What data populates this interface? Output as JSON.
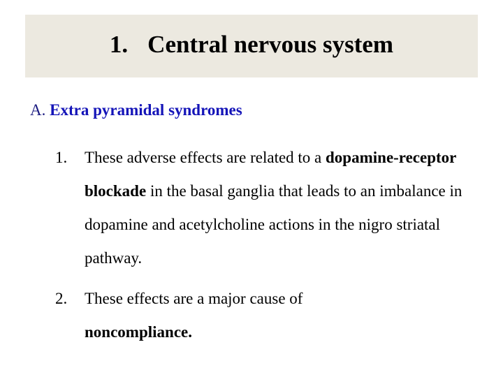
{
  "slide": {
    "title": {
      "number": "1.",
      "text": "Central nervous system",
      "band_color": "#ece9e0"
    },
    "section": {
      "letter": "A.",
      "title": "Extra pyramidal syndromes",
      "color": "#1414b8"
    },
    "items": [
      {
        "number": "1.",
        "segments": [
          {
            "text": "These adverse effects are related to a ",
            "bold": false
          },
          {
            "text": "dopamine-receptor blockade",
            "bold": true
          },
          {
            "text": " in the basal ganglia that leads to an imbalance in dopamine and acetylcholine actions in the nigro striatal pathway.",
            "bold": false
          }
        ]
      },
      {
        "number": "2.",
        "segments": [
          {
            "text": "These effects are a major cause of ",
            "bold": false
          },
          {
            "text": "noncompliance.",
            "bold": true
          }
        ]
      }
    ]
  }
}
